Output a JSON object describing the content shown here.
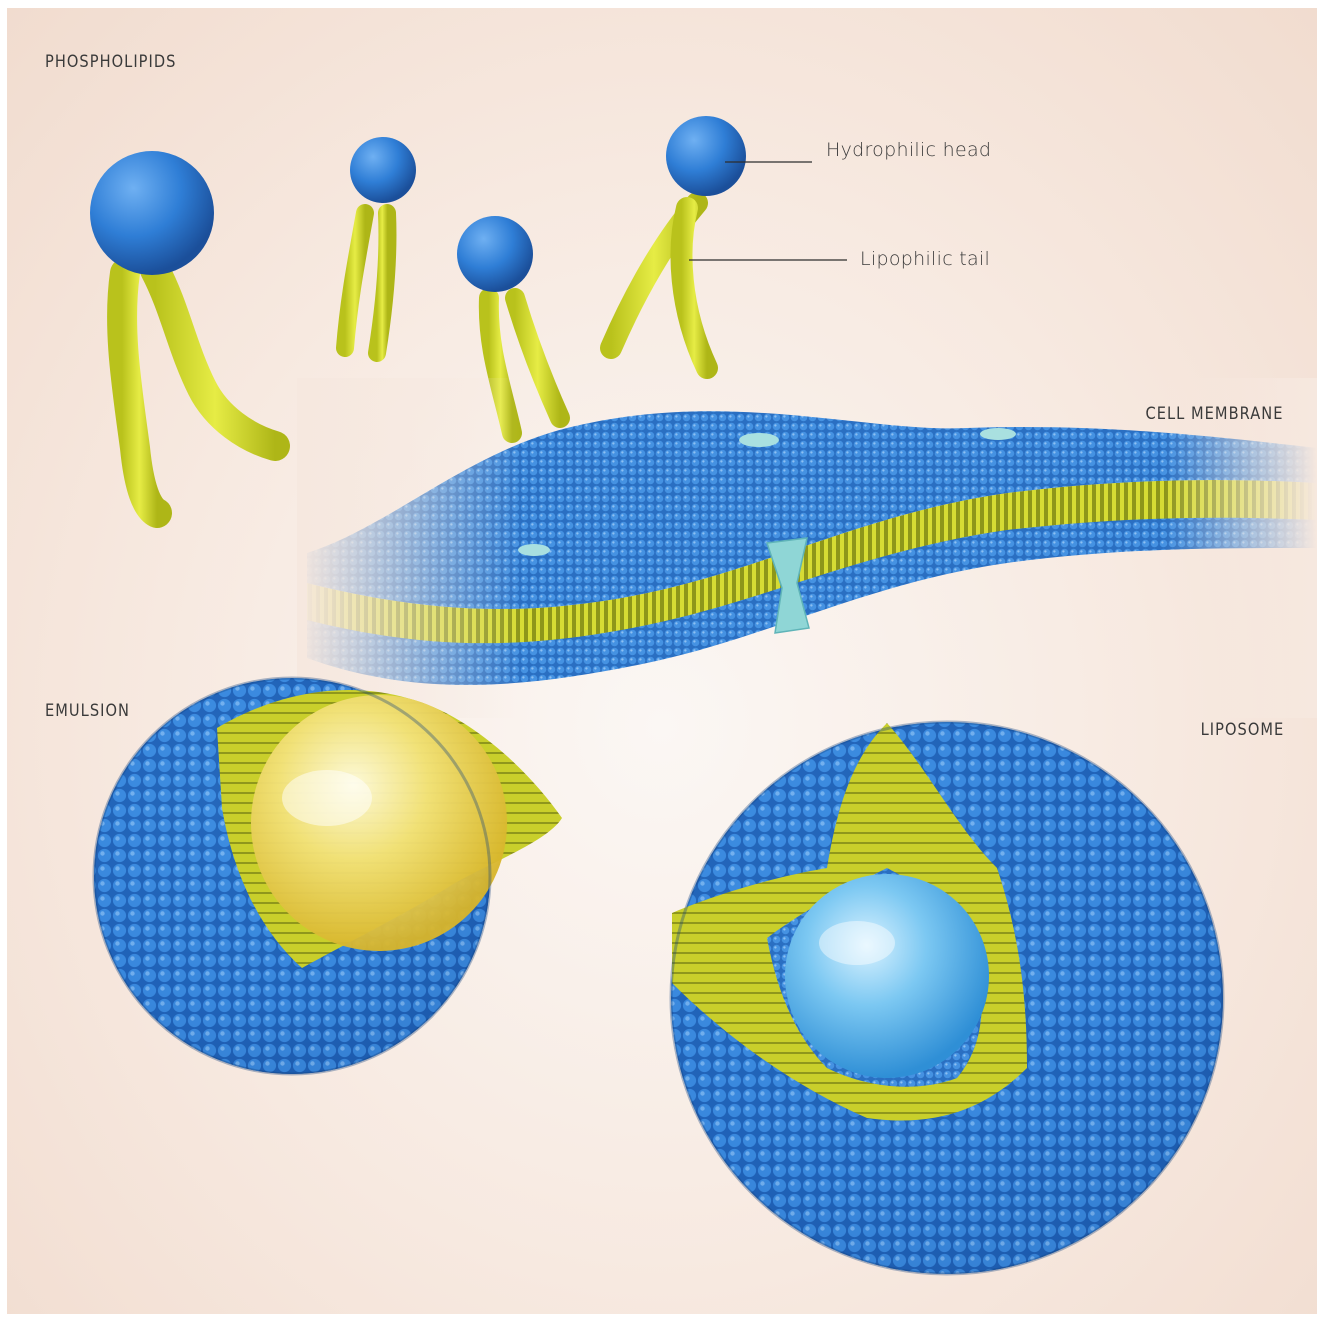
{
  "labels": {
    "phospholipids": "PHOSPHOLIPIDS",
    "cell_membrane": "CELL MEMBRANE",
    "emulsion": "EMULSION",
    "liposome": "LIPOSOME"
  },
  "callouts": {
    "head": "Hydrophilic head",
    "tail": "Lipophilic tail"
  },
  "colors": {
    "head_blue": "#2f7ed6",
    "tail_yellow": "#d8de2a",
    "oil_core": "#f1df6a",
    "water_core": "#7cc8f2",
    "background": "#f6e6dc"
  }
}
